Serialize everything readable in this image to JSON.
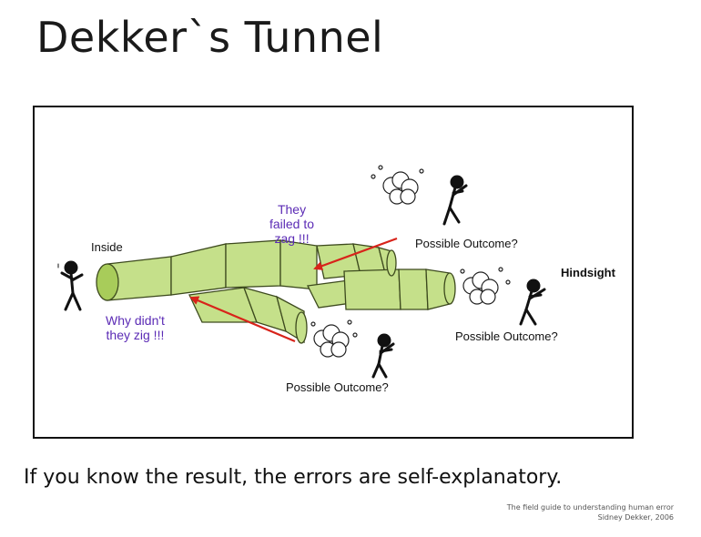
{
  "slide": {
    "title": "Dekker`s Tunnel",
    "tagline": "If you know the result, the errors are self-explanatory.",
    "citation_line1": "The field guide to understanding human error",
    "citation_line2": "Sidney Dekker, 2006"
  },
  "diagram": {
    "inside_label": "Inside",
    "hindsight_label": "Hindsight",
    "zag_label": "They\nfailed to\nzag !!!",
    "zig_label": "Why didn't\nthey zig !!!",
    "outcome_top": "Possible Outcome?",
    "outcome_right": "Possible Outcome?",
    "outcome_bottom": "Possible Outcome?",
    "colors": {
      "tunnel": "#c5e08a",
      "tunnel_stroke": "#3d4a1e",
      "arrow": "#d8231a",
      "annotation": "#5b2bb5"
    }
  }
}
